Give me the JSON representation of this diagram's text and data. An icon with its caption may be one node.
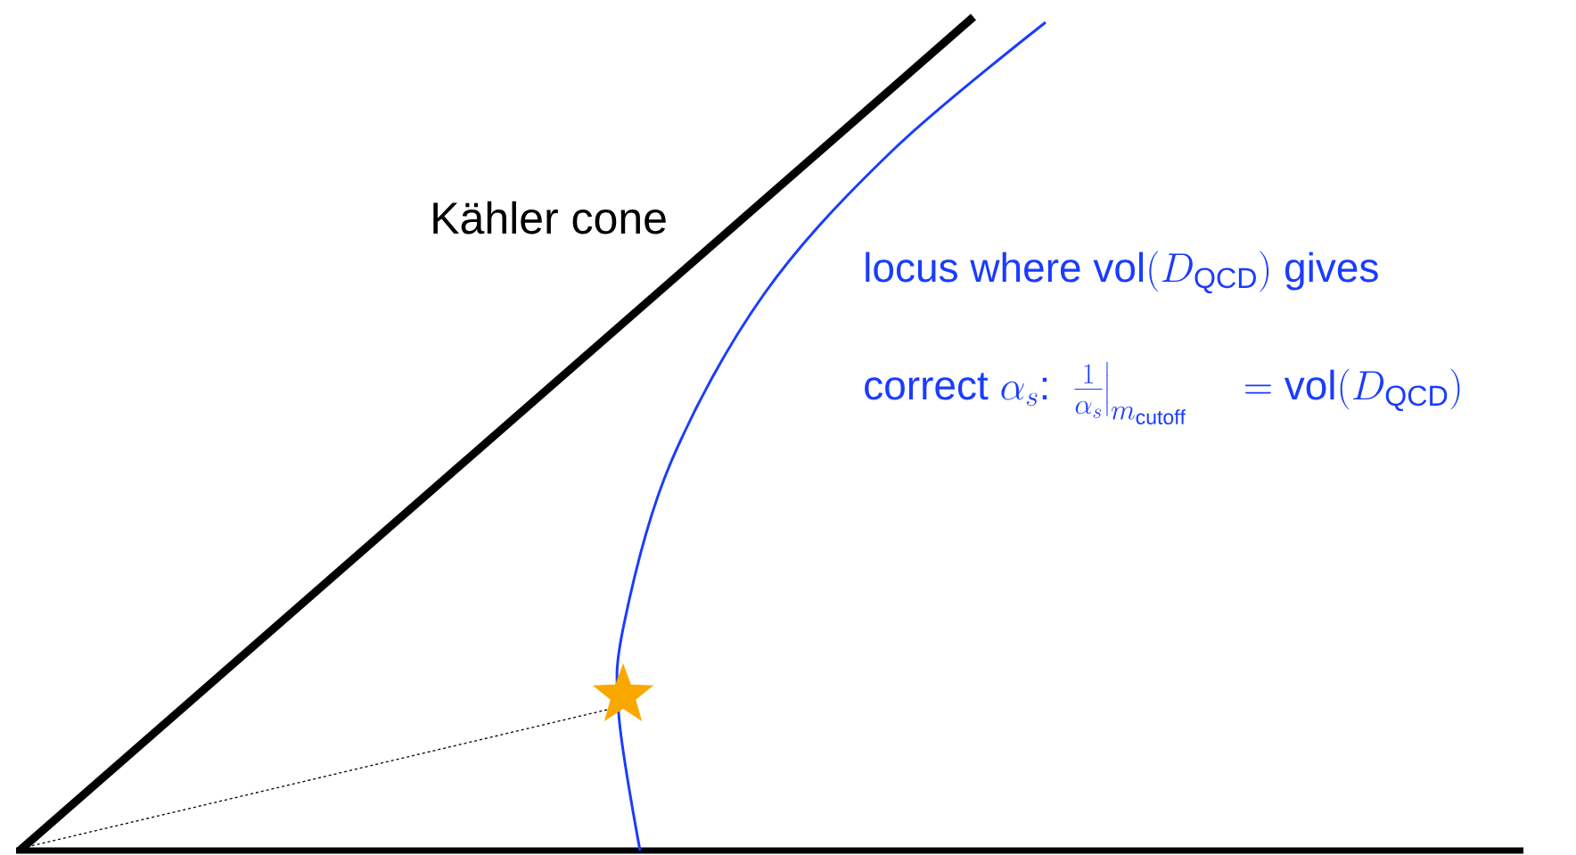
{
  "diagram": {
    "labels": [
      "Kähler cone",
      "\\text{locus where }\\mathrm{vol}(D_{\\mathrm{QCD}})\\text{ gives}",
      "\\text{correct }\\alpha_s\\text{: }\\left.\\frac{1}{\\alpha_s}\\right|_{m_{\\mathrm{cutoff}}}\\;\\;\\;\\;= \\mathrm{vol}(D_{\\mathrm{QCD}})"
    ]
  }
}
